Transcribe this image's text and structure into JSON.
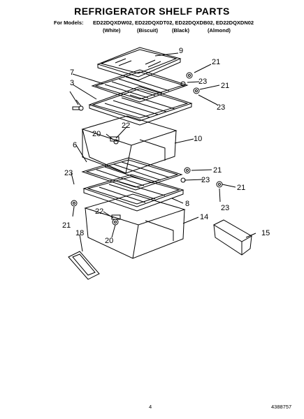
{
  "title": "REFRIGERATOR SHELF PARTS",
  "models_prefix": "For Models:",
  "models": "ED22DQXDW02, ED22DQXDT02, ED22DQXDB02, ED22DQXDN02",
  "colors": [
    "(White)",
    "(Biscuit)",
    "(Black)",
    "(Almond)"
  ],
  "callouts": [
    "9",
    "7",
    "21",
    "23",
    "3",
    "21",
    "23",
    "22",
    "20",
    "10",
    "6",
    "23",
    "21",
    "21",
    "23",
    "8",
    "23",
    "22",
    "14",
    "15",
    "18",
    "20",
    "21"
  ],
  "page_number": "4",
  "doc_number": "4388757"
}
